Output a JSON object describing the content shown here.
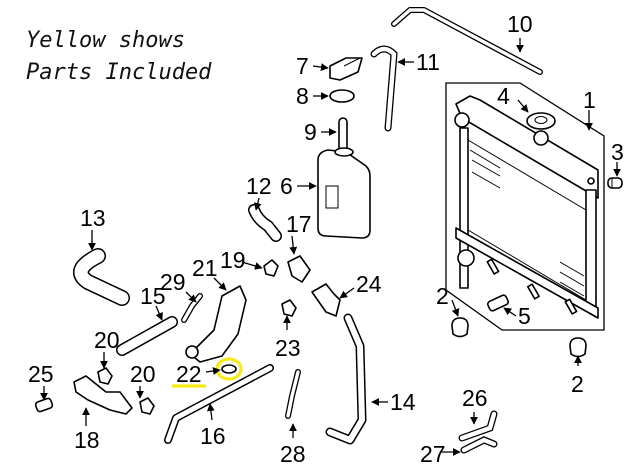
{
  "note": {
    "line1": "Yellow shows",
    "line2": "Parts Included"
  },
  "highlight_color": "#f5ea14",
  "highlighted_parts": [
    "22"
  ],
  "callouts": [
    {
      "id": "1",
      "label": "1",
      "part": "radiator-assembly"
    },
    {
      "id": "2a",
      "label": "2",
      "part": "radiator-mount-cushion"
    },
    {
      "id": "2b",
      "label": "2",
      "part": "radiator-mount-cushion"
    },
    {
      "id": "3",
      "label": "3",
      "part": "bolt"
    },
    {
      "id": "4",
      "label": "4",
      "part": "radiator-cap"
    },
    {
      "id": "5",
      "label": "5",
      "part": "drain-plug"
    },
    {
      "id": "6",
      "label": "6",
      "part": "reservoir-tank"
    },
    {
      "id": "7",
      "label": "7",
      "part": "reservoir-cap"
    },
    {
      "id": "8",
      "label": "8",
      "part": "cap-gasket"
    },
    {
      "id": "9",
      "label": "9",
      "part": "reservoir-hose"
    },
    {
      "id": "10",
      "label": "10",
      "part": "overflow-pipe"
    },
    {
      "id": "11",
      "label": "11",
      "part": "overflow-hose"
    },
    {
      "id": "12",
      "label": "12",
      "part": "upper-hose"
    },
    {
      "id": "13",
      "label": "13",
      "part": "lower-hose"
    },
    {
      "id": "14",
      "label": "14",
      "part": "water-pipe"
    },
    {
      "id": "15",
      "label": "15",
      "part": "inlet-pipe"
    },
    {
      "id": "16",
      "label": "16",
      "part": "bypass-pipe"
    },
    {
      "id": "17",
      "label": "17",
      "part": "thermostat-housing"
    },
    {
      "id": "18",
      "label": "18",
      "part": "water-outlet"
    },
    {
      "id": "19",
      "label": "19",
      "part": "gasket"
    },
    {
      "id": "20a",
      "label": "20",
      "part": "gasket"
    },
    {
      "id": "20b",
      "label": "20",
      "part": "gasket"
    },
    {
      "id": "21",
      "label": "21",
      "part": "water-inlet"
    },
    {
      "id": "22",
      "label": "22",
      "part": "o-ring"
    },
    {
      "id": "23",
      "label": "23",
      "part": "thermostat"
    },
    {
      "id": "24",
      "label": "24",
      "part": "outlet-housing"
    },
    {
      "id": "25",
      "label": "25",
      "part": "temp-sensor"
    },
    {
      "id": "26",
      "label": "26",
      "part": "heater-hose"
    },
    {
      "id": "27",
      "label": "27",
      "part": "heater-hose"
    },
    {
      "id": "28",
      "label": "28",
      "part": "bypass-hose"
    },
    {
      "id": "29",
      "label": "29",
      "part": "small-hose"
    }
  ]
}
